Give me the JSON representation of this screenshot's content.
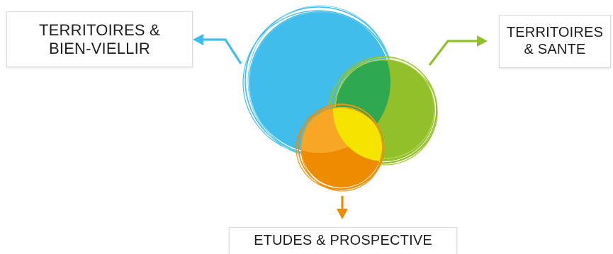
{
  "labels": {
    "left": {
      "line1": "TERRITOIRES &",
      "line2": "BIEN-VIELLIR"
    },
    "right": {
      "line1": "TERRITOIRES",
      "line2": "& SANTE"
    },
    "bottom": {
      "line1": "ETUDES & PROSPECTIVE"
    }
  },
  "colors": {
    "blue": "#40bdea",
    "green": "#92c02a",
    "green_dark": "#2fa84f",
    "yellow": "#f5e400",
    "orange": "#ee8c00",
    "orange_light": "#f7a626",
    "box_border": "#dcdcdc",
    "text": "#1f1f1f"
  },
  "icons": [
    "arrow-left-icon",
    "arrow-right-icon",
    "arrow-down-icon"
  ]
}
